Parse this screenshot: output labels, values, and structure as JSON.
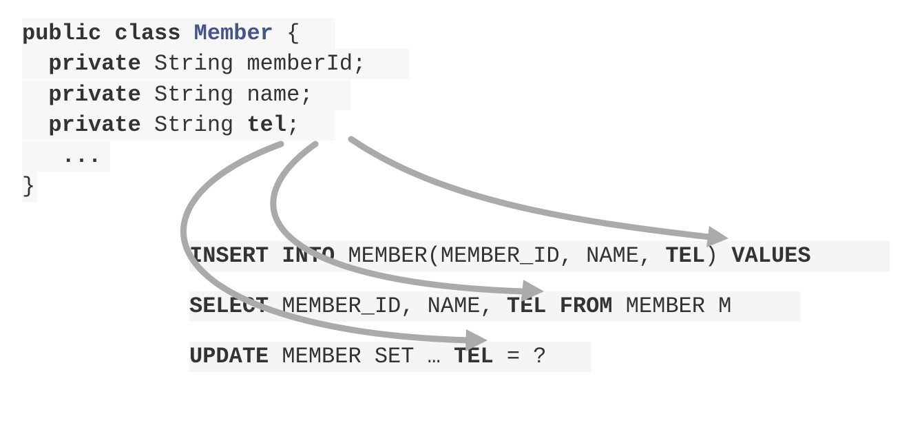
{
  "java": {
    "line1": {
      "kw1": "public",
      "kw2": "class",
      "classname": "Member",
      "brace": "{"
    },
    "line2": {
      "kw": "private",
      "type": "String",
      "field": "memberId;"
    },
    "line3": {
      "kw": "private",
      "type": "String",
      "field": "name;"
    },
    "line4": {
      "kw": "private",
      "type": "String",
      "field": "tel",
      "semi": ";"
    },
    "line5": {
      "text": "..."
    },
    "line6": {
      "text": "}"
    }
  },
  "sql": {
    "insert": {
      "kw1": "INSERT",
      "kw2": "INTO",
      "rest1": "MEMBER(MEMBER_ID, NAME,",
      "col": "TEL",
      "rest2": ")",
      "kw3": "VALUES"
    },
    "select": {
      "kw1": "SELECT",
      "rest1": "MEMBER_ID, NAME,",
      "col": "TEL",
      "kw2": "FROM",
      "rest2": "MEMBER M"
    },
    "update": {
      "kw1": "UPDATE",
      "rest1": "MEMBER SET …",
      "col": "TEL",
      "rest2": "= ?"
    }
  },
  "colors": {
    "code_bg": "#f7f7f7",
    "class_name": "#445588",
    "text": "#333333",
    "arrow": "#aaaaaa"
  }
}
